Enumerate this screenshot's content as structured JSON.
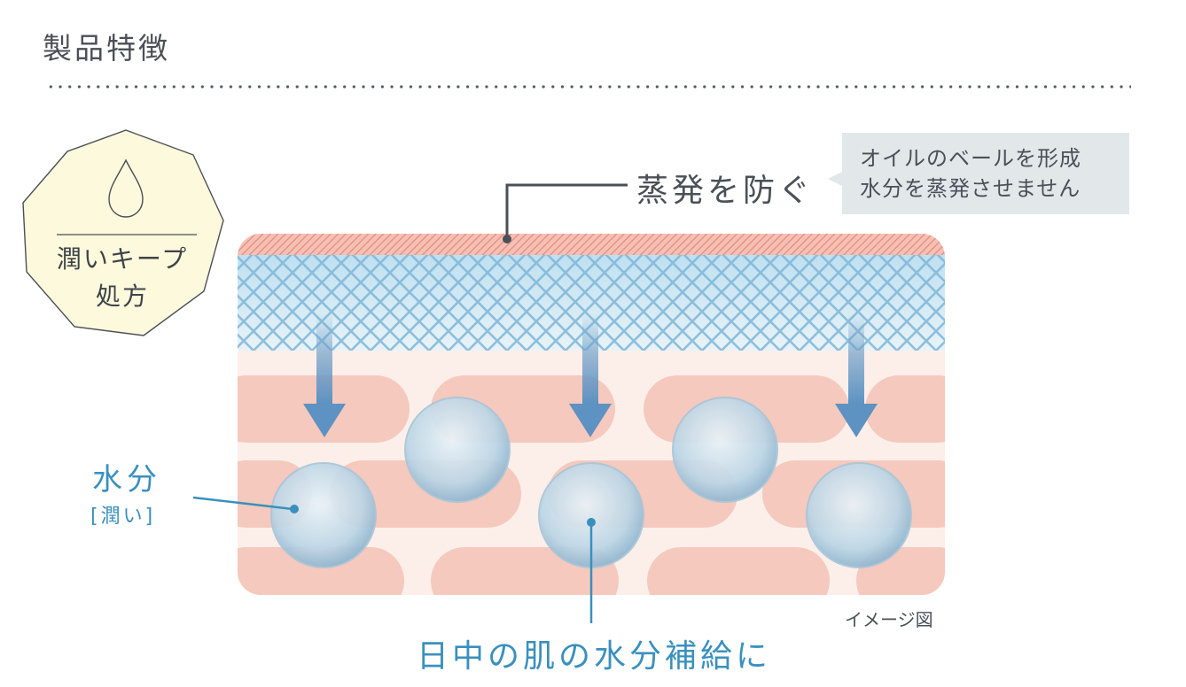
{
  "header": {
    "title": "製品特徴"
  },
  "badge": {
    "line1": "潤いキープ",
    "line2": "処方",
    "icon": "water-drop-icon"
  },
  "labels": {
    "evaporation": "蒸発を防ぐ",
    "callout_line1": "オイルのベールを形成",
    "callout_line2": "水分を蒸発させません",
    "water": "水分",
    "water_sub": "[潤い]",
    "image_note": "イメージ図",
    "bottom": "日中の肌の水分補給に"
  },
  "colors": {
    "oil_layer": "#ef9d90",
    "moisture_layer": "#a9d3e8",
    "skin_base": "#fcefe9",
    "skin_cells": "#f5c9bd",
    "arrow": "#6f9fc8",
    "accent_blue": "#3a90bd",
    "badge_fill": "#fdf9dc"
  }
}
